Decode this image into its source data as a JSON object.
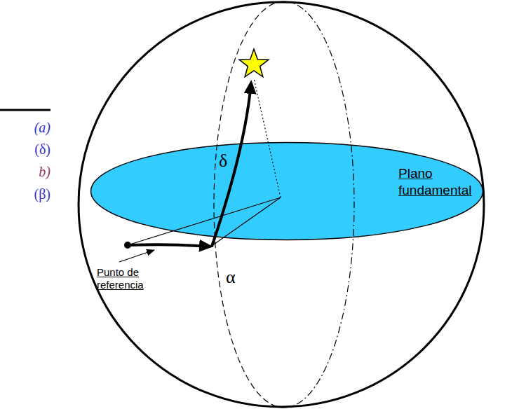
{
  "diagram": {
    "nodes": [
      {
        "text": [
          "Plano fundamental"
        ]
      }
    ],
    "labels": [
      "(a)",
      "(δ)",
      "b)",
      "(β)",
      "δ",
      "α",
      "Punto de referencia"
    ]
  }
}
